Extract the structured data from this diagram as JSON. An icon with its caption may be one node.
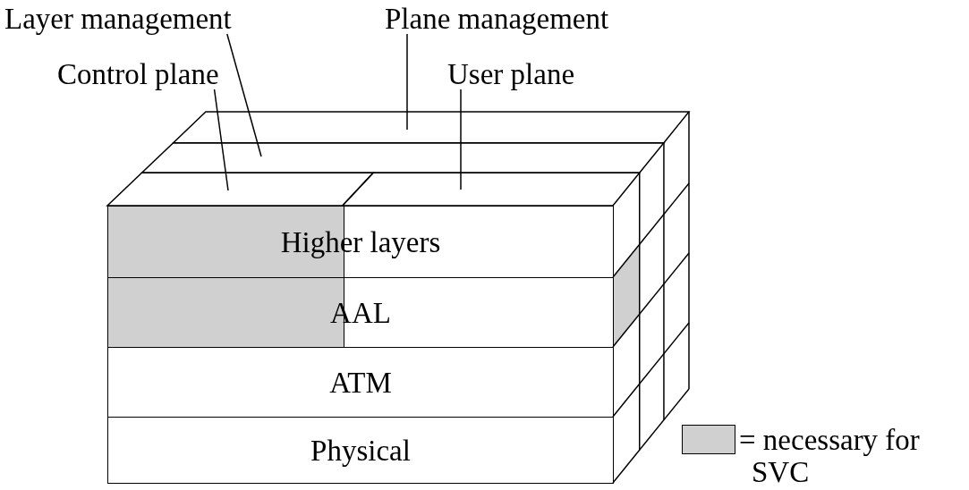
{
  "diagram": {
    "nodes": [
      {
        "text": [
          "Layer management"
        ]
      },
      {
        "text": [
          "Plane management"
        ]
      },
      {
        "text": [
          "Control plane"
        ]
      },
      {
        "text": [
          "User plane"
        ]
      },
      {
        "text": [],
        "shape": "parallelogram"
      },
      {
        "text": [],
        "shape": "parallelogram"
      },
      {
        "text": [],
        "shape": "parallelogram"
      },
      {
        "text": [],
        "shape": "parallelogram"
      },
      {
        "text": [
          "Higher layers"
        ]
      },
      {
        "text": [
          "AAL"
        ]
      },
      {
        "text": [
          "ATM"
        ]
      },
      {
        "text": [
          "Physical"
        ]
      }
    ],
    "edges": [
      {
        "from": 0,
        "to": 5,
        "arrow": "none"
      },
      {
        "from": 1,
        "to": 4,
        "arrow": "none"
      },
      {
        "from": 2,
        "to": 6,
        "arrow": "none"
      },
      {
        "from": 3,
        "to": 7,
        "arrow": "none"
      }
    ],
    "legend": [
      {
        "text": "= necessary for SVC",
        "color": "#d0d0d0"
      }
    ]
  }
}
